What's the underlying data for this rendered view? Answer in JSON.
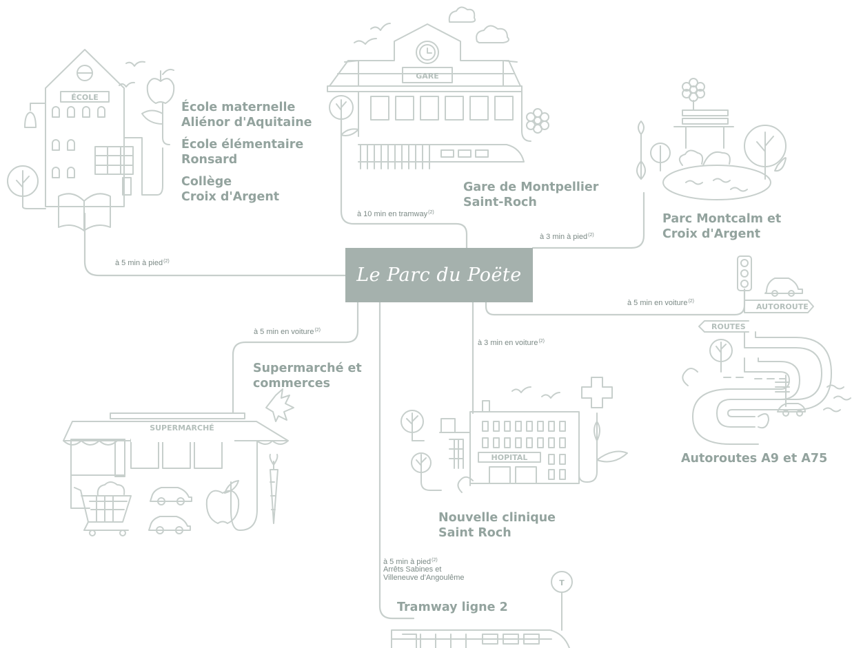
{
  "center": {
    "title": "Le Parc du Poëte"
  },
  "destinations": {
    "ecoles": {
      "lines": [
        "École maternelle",
        "Aliénor d'Aquitaine",
        "École élémentaire",
        "Ronsard",
        "Collège",
        "Croix d'Argent"
      ]
    },
    "gare": {
      "lines": [
        "Gare de Montpellier",
        "Saint-Roch"
      ]
    },
    "parc": {
      "lines": [
        "Parc Montcalm et",
        "Croix d'Argent"
      ]
    },
    "autoroutes": {
      "lines": [
        "Autoroutes A9 et  A75"
      ]
    },
    "supermarche": {
      "lines": [
        "Supermarché et",
        "commerces"
      ]
    },
    "clinique": {
      "lines": [
        "Nouvelle clinique",
        "Saint Roch"
      ]
    },
    "tramway": {
      "lines": [
        "Tramway ligne 2"
      ]
    }
  },
  "distances": {
    "ecoles": "à 5 min à pied",
    "gare": "à 10 min en tramway",
    "parc": "à 3 min à pied",
    "autoroutes": "à 5 min en voiture",
    "supermarche": "à 5 min en voiture",
    "clinique": "à 3 min en voiture",
    "tramway": "à 5 min à pied",
    "note_marker": "(2)"
  },
  "tramway_stops": [
    "Arrêts Sabines et",
    "Villeneuve d'Angoulême"
  ],
  "signs": {
    "ecole": "ÉCOLE",
    "gare": "GARE",
    "supermarche": "SUPERMARCHÉ",
    "hopital": "HOPITAL",
    "autoroute": "AUTOROUTE",
    "routes": "ROUTES",
    "tram": "T"
  },
  "colors": {
    "line": "#c7cfcc",
    "label": "#93a39e",
    "center_box": "#a5b1ad",
    "center_text": "#ffffff"
  },
  "icons": [
    "school-building-icon",
    "bell-icon",
    "apple-icon",
    "book-icon",
    "tree-icon",
    "train-station-icon",
    "clock-icon",
    "train-icon",
    "flower-icon",
    "cloud-icon",
    "bird-icon",
    "park-bench-icon",
    "pond-icon",
    "traffic-light-icon",
    "car-icon",
    "road-sign-icon",
    "winding-road-icon",
    "supermarket-icon",
    "shopping-cart-icon",
    "carrot-icon",
    "leaf-icon",
    "hospital-icon",
    "cross-icon",
    "tram-icon",
    "tram-stop-icon"
  ]
}
